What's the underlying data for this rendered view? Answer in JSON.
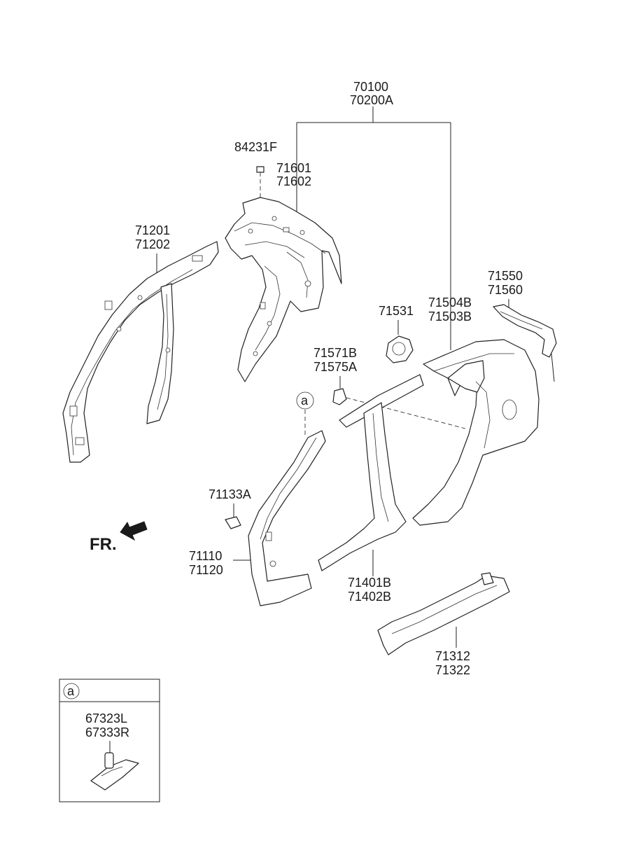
{
  "labels": {
    "p70100": "70100",
    "p70200A": "70200A",
    "p84231F": "84231F",
    "p71601": "71601",
    "p71602": "71602",
    "p71201": "71201",
    "p71202": "71202",
    "p71550": "71550",
    "p71560": "71560",
    "p71531": "71531",
    "p71504B": "71504B",
    "p71503B": "71503B",
    "p71571B": "71571B",
    "p71575A": "71575A",
    "p71133A": "71133A",
    "p71110": "71110",
    "p71120": "71120",
    "p71401B": "71401B",
    "p71402B": "71402B",
    "p71312": "71312",
    "p71322": "71322",
    "p67323L": "67323L",
    "p67333R": "67333R"
  },
  "callout": {
    "marker": "a",
    "inset_marker": "a"
  },
  "front_indicator": "FR."
}
